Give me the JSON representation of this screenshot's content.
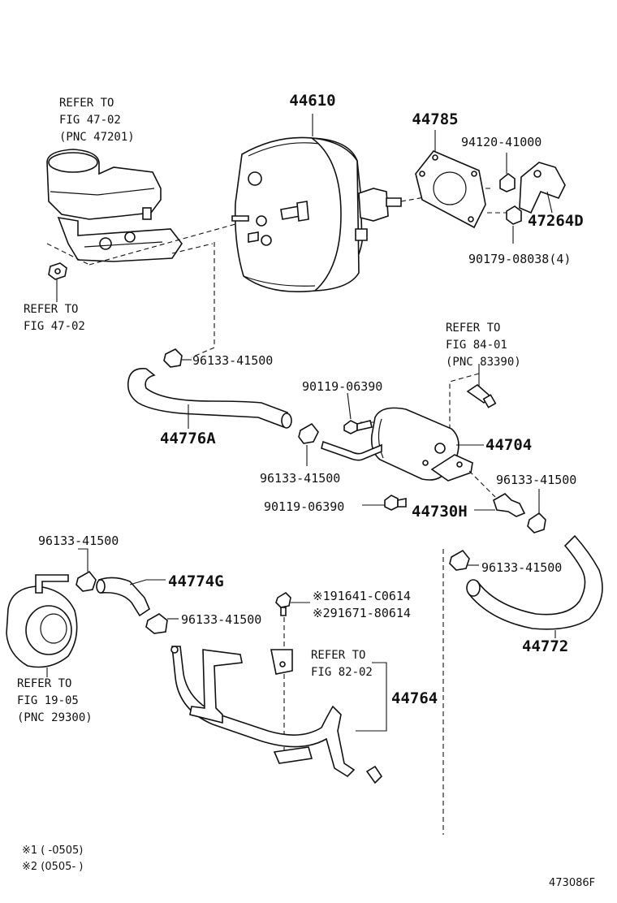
{
  "labels": {
    "p44610": "44610",
    "p44785": "44785",
    "p94120": "94120-41000",
    "p47264d": "47264D",
    "p90179": "90179-08038(4)",
    "mc_ref1": "REFER TO",
    "mc_ref2": "FIG 47-02",
    "mc_ref3": "(PNC 47201)",
    "nut_ref1": "REFER TO",
    "nut_ref2": "FIG 47-02",
    "clamp_a": "96133-41500",
    "sw_ref1": "REFER TO",
    "sw_ref2": "FIG 84-01",
    "sw_ref3": "(PNC 83390)",
    "bolt_a": "90119-06390",
    "p44776a": "44776A",
    "p44704": "44704",
    "clamp_b": "96133-41500",
    "clamp_c": "96133-41500",
    "bolt_b": "90119-06390",
    "p44730h": "44730H",
    "clamp_d": "96133-41500",
    "p44774g": "44774G",
    "bolt_c1": "※191641-C0614",
    "bolt_c2": "※291671-80614",
    "clamp_e": "96133-41500",
    "clamp_f": "96133-41500",
    "p44772": "44772",
    "pump_ref1": "REFER TO",
    "pump_ref2": "FIG 19-05",
    "pump_ref3": "(PNC 29300)",
    "pipe_ref1": "REFER TO",
    "pipe_ref2": "FIG 82-02",
    "p44764": "44764",
    "note1": "※1 (    -0505)",
    "note2": "※2 (0505-     )",
    "figure_id": "473086F"
  }
}
